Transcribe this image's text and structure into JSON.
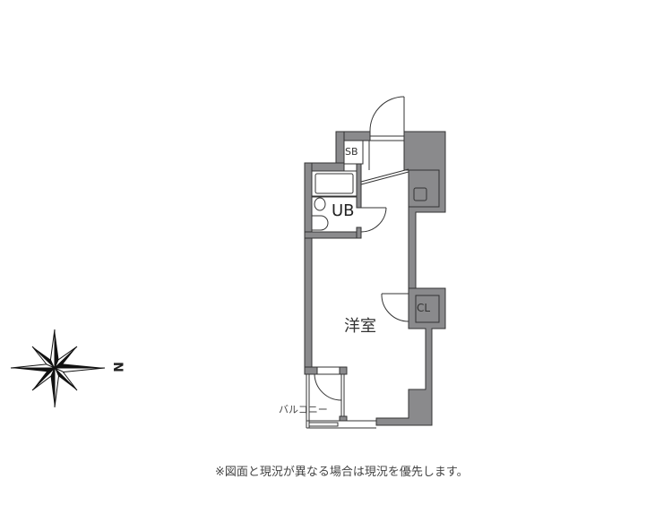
{
  "floorplan": {
    "rooms": {
      "shoe_box": "SB",
      "unit_bath": "UB",
      "closet": "CL",
      "western_room": "洋室",
      "balcony": "バルコニー"
    },
    "compass": {
      "north_label": "N",
      "north_direction": "right"
    },
    "colors": {
      "wall": "#8a8a8c",
      "wall_outline": "#333333",
      "background": "#ffffff"
    }
  },
  "footer": {
    "note": "※図面と現況が異なる場合は現況を優先します。"
  }
}
